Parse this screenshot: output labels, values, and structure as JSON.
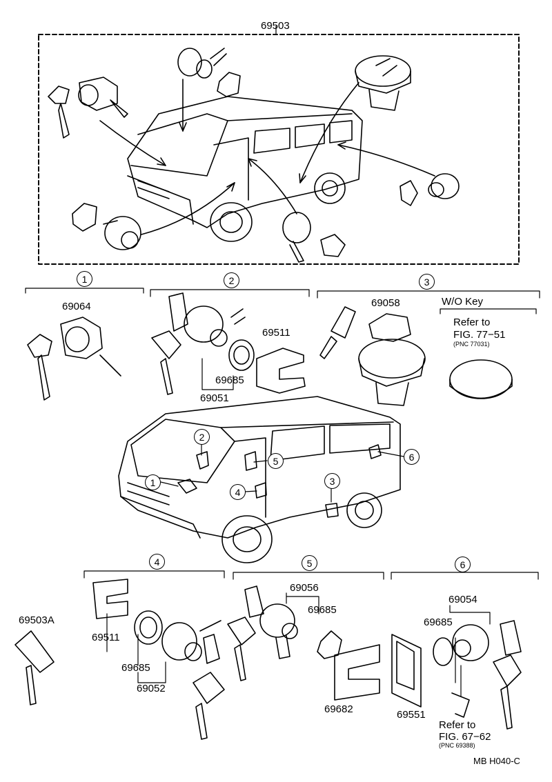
{
  "title_part": "69503",
  "groups": [
    {
      "num": "1",
      "parts": [
        "69064"
      ]
    },
    {
      "num": "2",
      "parts": [
        "69685",
        "69051",
        "69511"
      ]
    },
    {
      "num": "3",
      "parts": [
        "69058"
      ],
      "sub_header": "W/O Key",
      "note": {
        "line1": "Refer to",
        "line2": "FIG. 77−51",
        "line3": "(PNC 77031)"
      }
    },
    {
      "num": "4",
      "parts": [
        "69511",
        "69685",
        "69052"
      ]
    },
    {
      "num": "5",
      "parts": [
        "69056",
        "69685",
        "69682"
      ]
    },
    {
      "num": "6",
      "parts": [
        "69054",
        "69685",
        "69551"
      ],
      "note": {
        "line1": "Refer to",
        "line2": "FIG. 67−62",
        "line3": "(PNC 69388)"
      }
    }
  ],
  "loose_key": "69503A",
  "drawing_code": "MB H040-C",
  "van_callouts": [
    "1",
    "2",
    "3",
    "4",
    "5",
    "6"
  ]
}
